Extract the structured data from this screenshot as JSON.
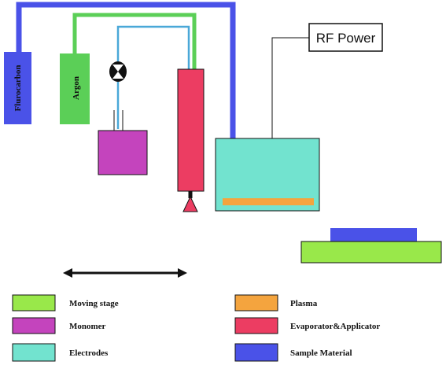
{
  "components": {
    "flurocarbon_label": "Flurocarbon",
    "argon_label": "Argon",
    "rf_power_label": "RF Power"
  },
  "legend": [
    {
      "label": "Moving stage",
      "color": "#99e84a"
    },
    {
      "label": "Monomer",
      "color": "#c444bd"
    },
    {
      "label": "Electrodes",
      "color": "#72e3cf"
    },
    {
      "label": "Plasma",
      "color": "#f4a43e"
    },
    {
      "label": "Evaporator&Applicator",
      "color": "#ec3d62"
    },
    {
      "label": "Sample Material",
      "color": "#4a52e8"
    }
  ],
  "colors": {
    "flurocarbon": "#4a52e8",
    "argon": "#5bcf57",
    "monomer_line": "#4aa8d8",
    "line": "#111111"
  }
}
